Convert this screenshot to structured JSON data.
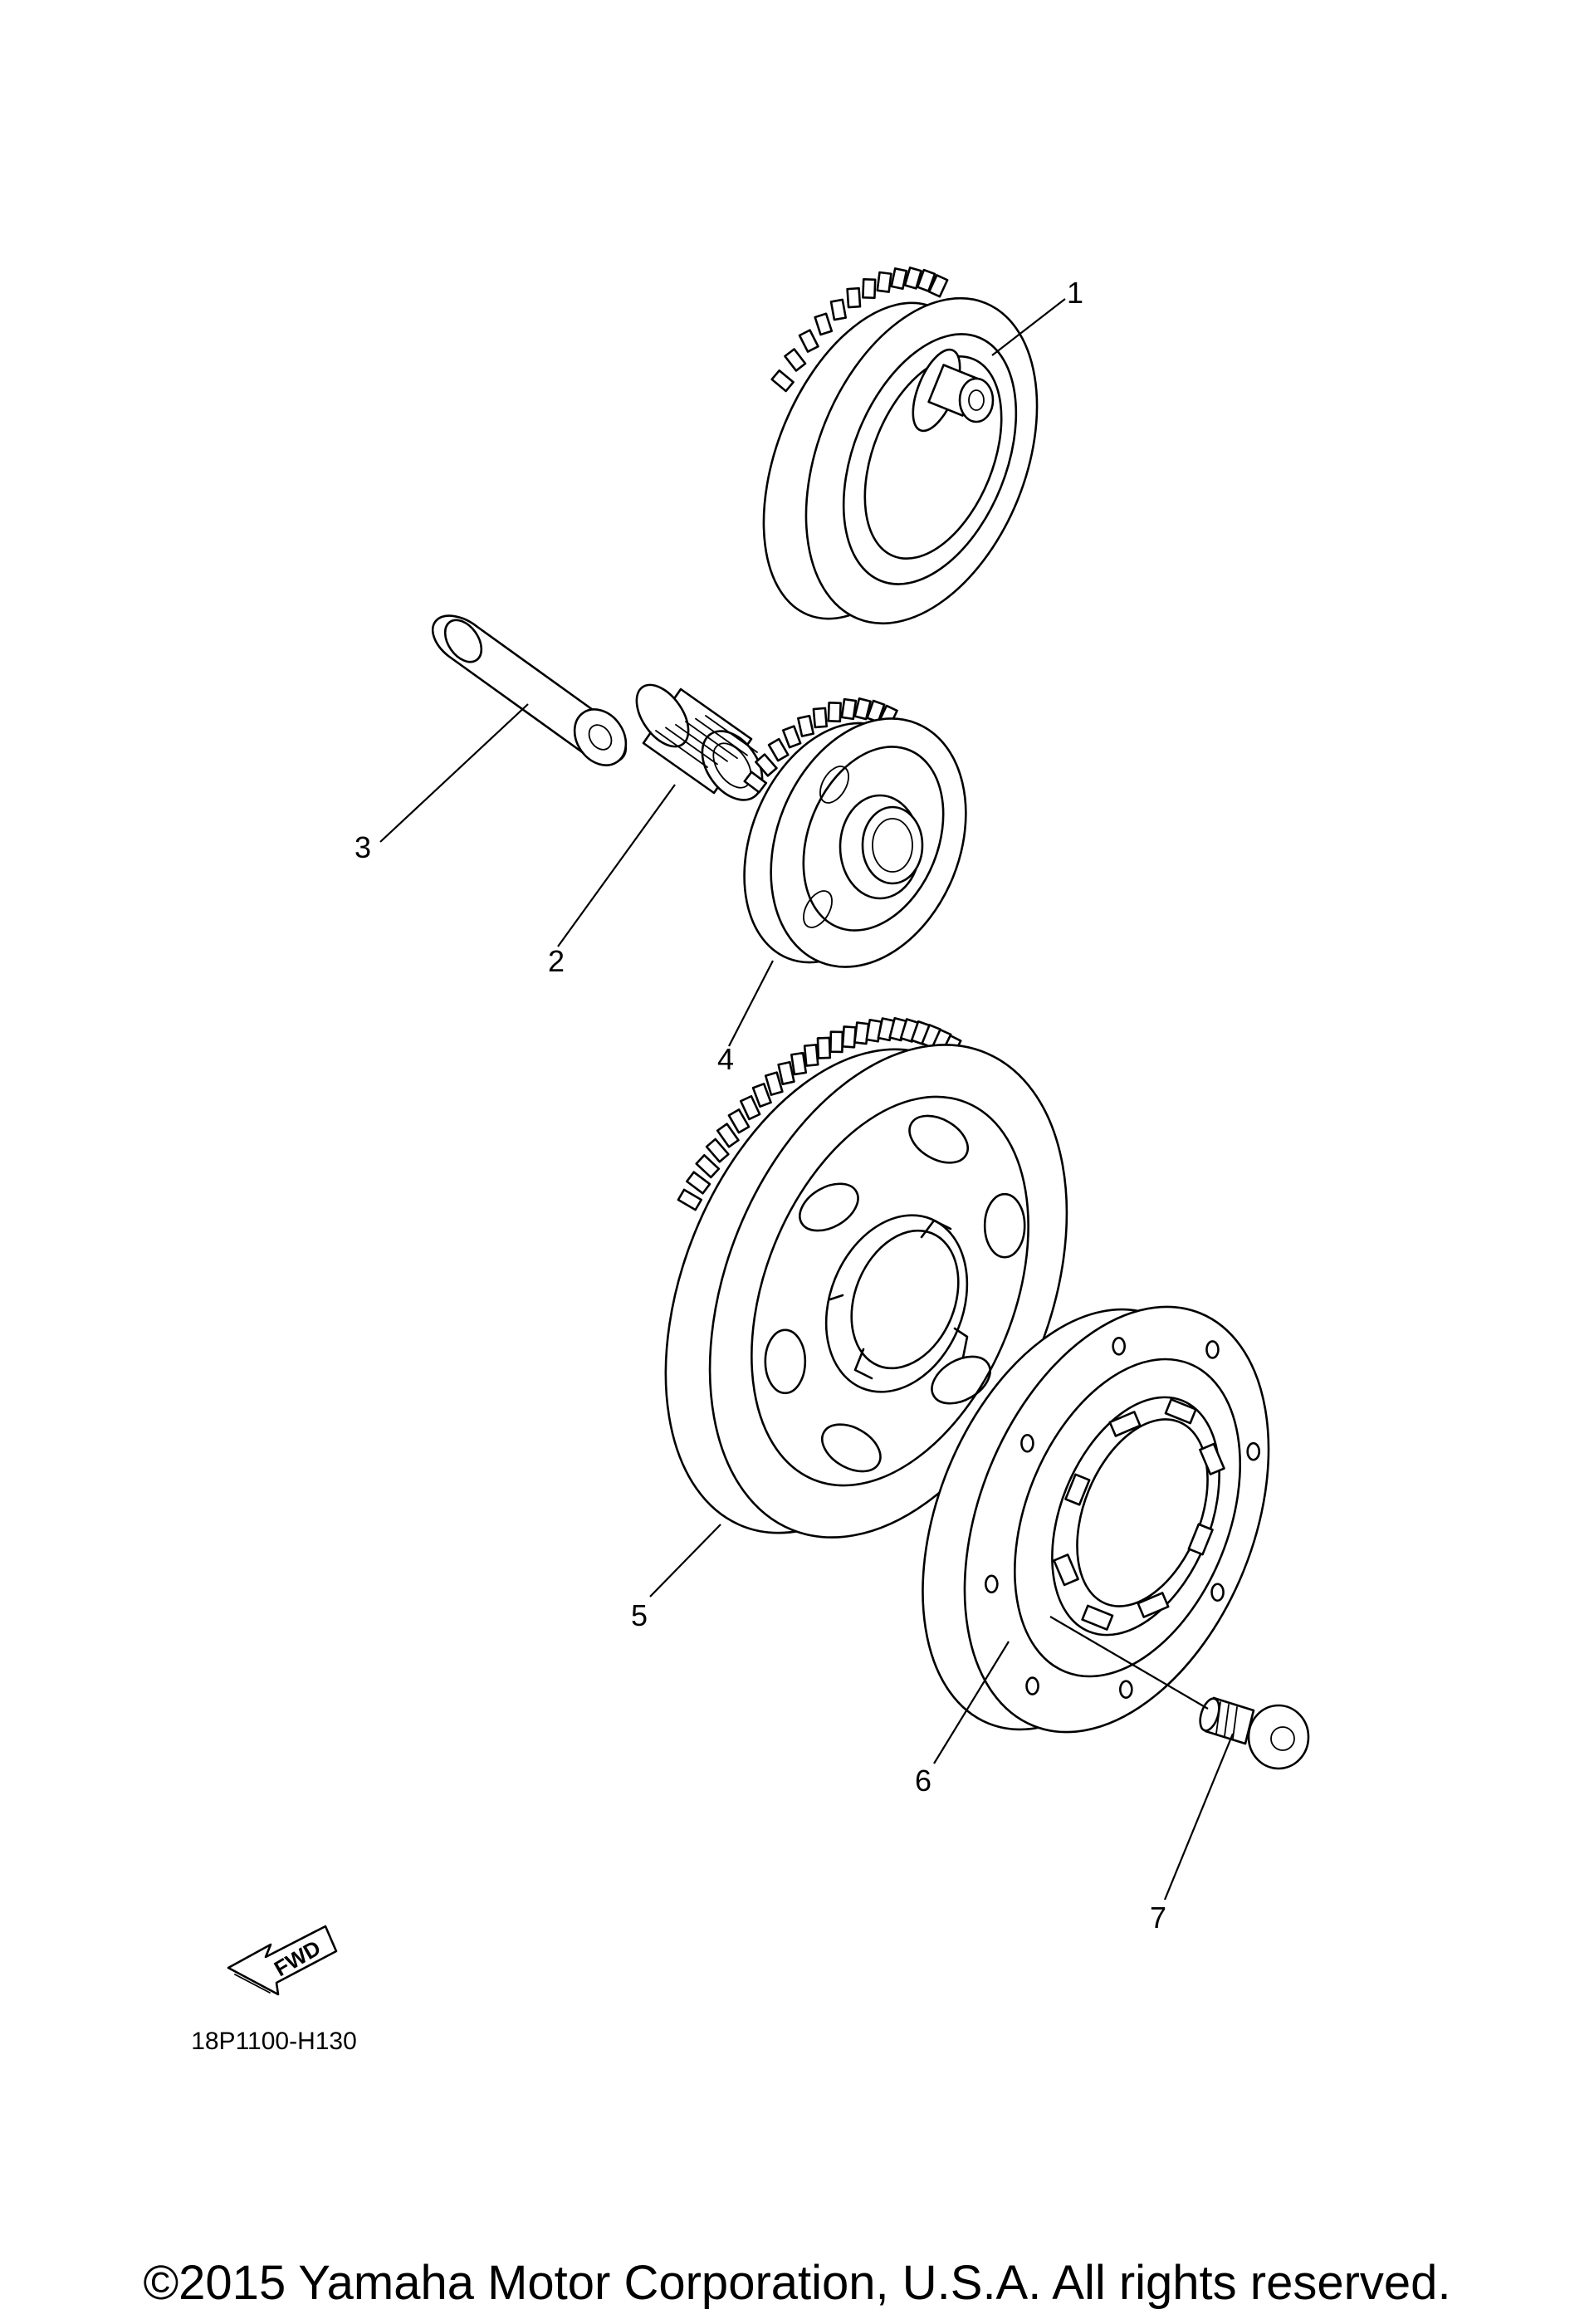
{
  "callouts": [
    "1",
    "2",
    "3",
    "4",
    "5",
    "6",
    "7"
  ],
  "direction_badge": "FWD",
  "diagram_code": "18P1100-H130",
  "copyright": "©2015 Yamaha Motor Corporation, U.S.A. All rights reserved."
}
